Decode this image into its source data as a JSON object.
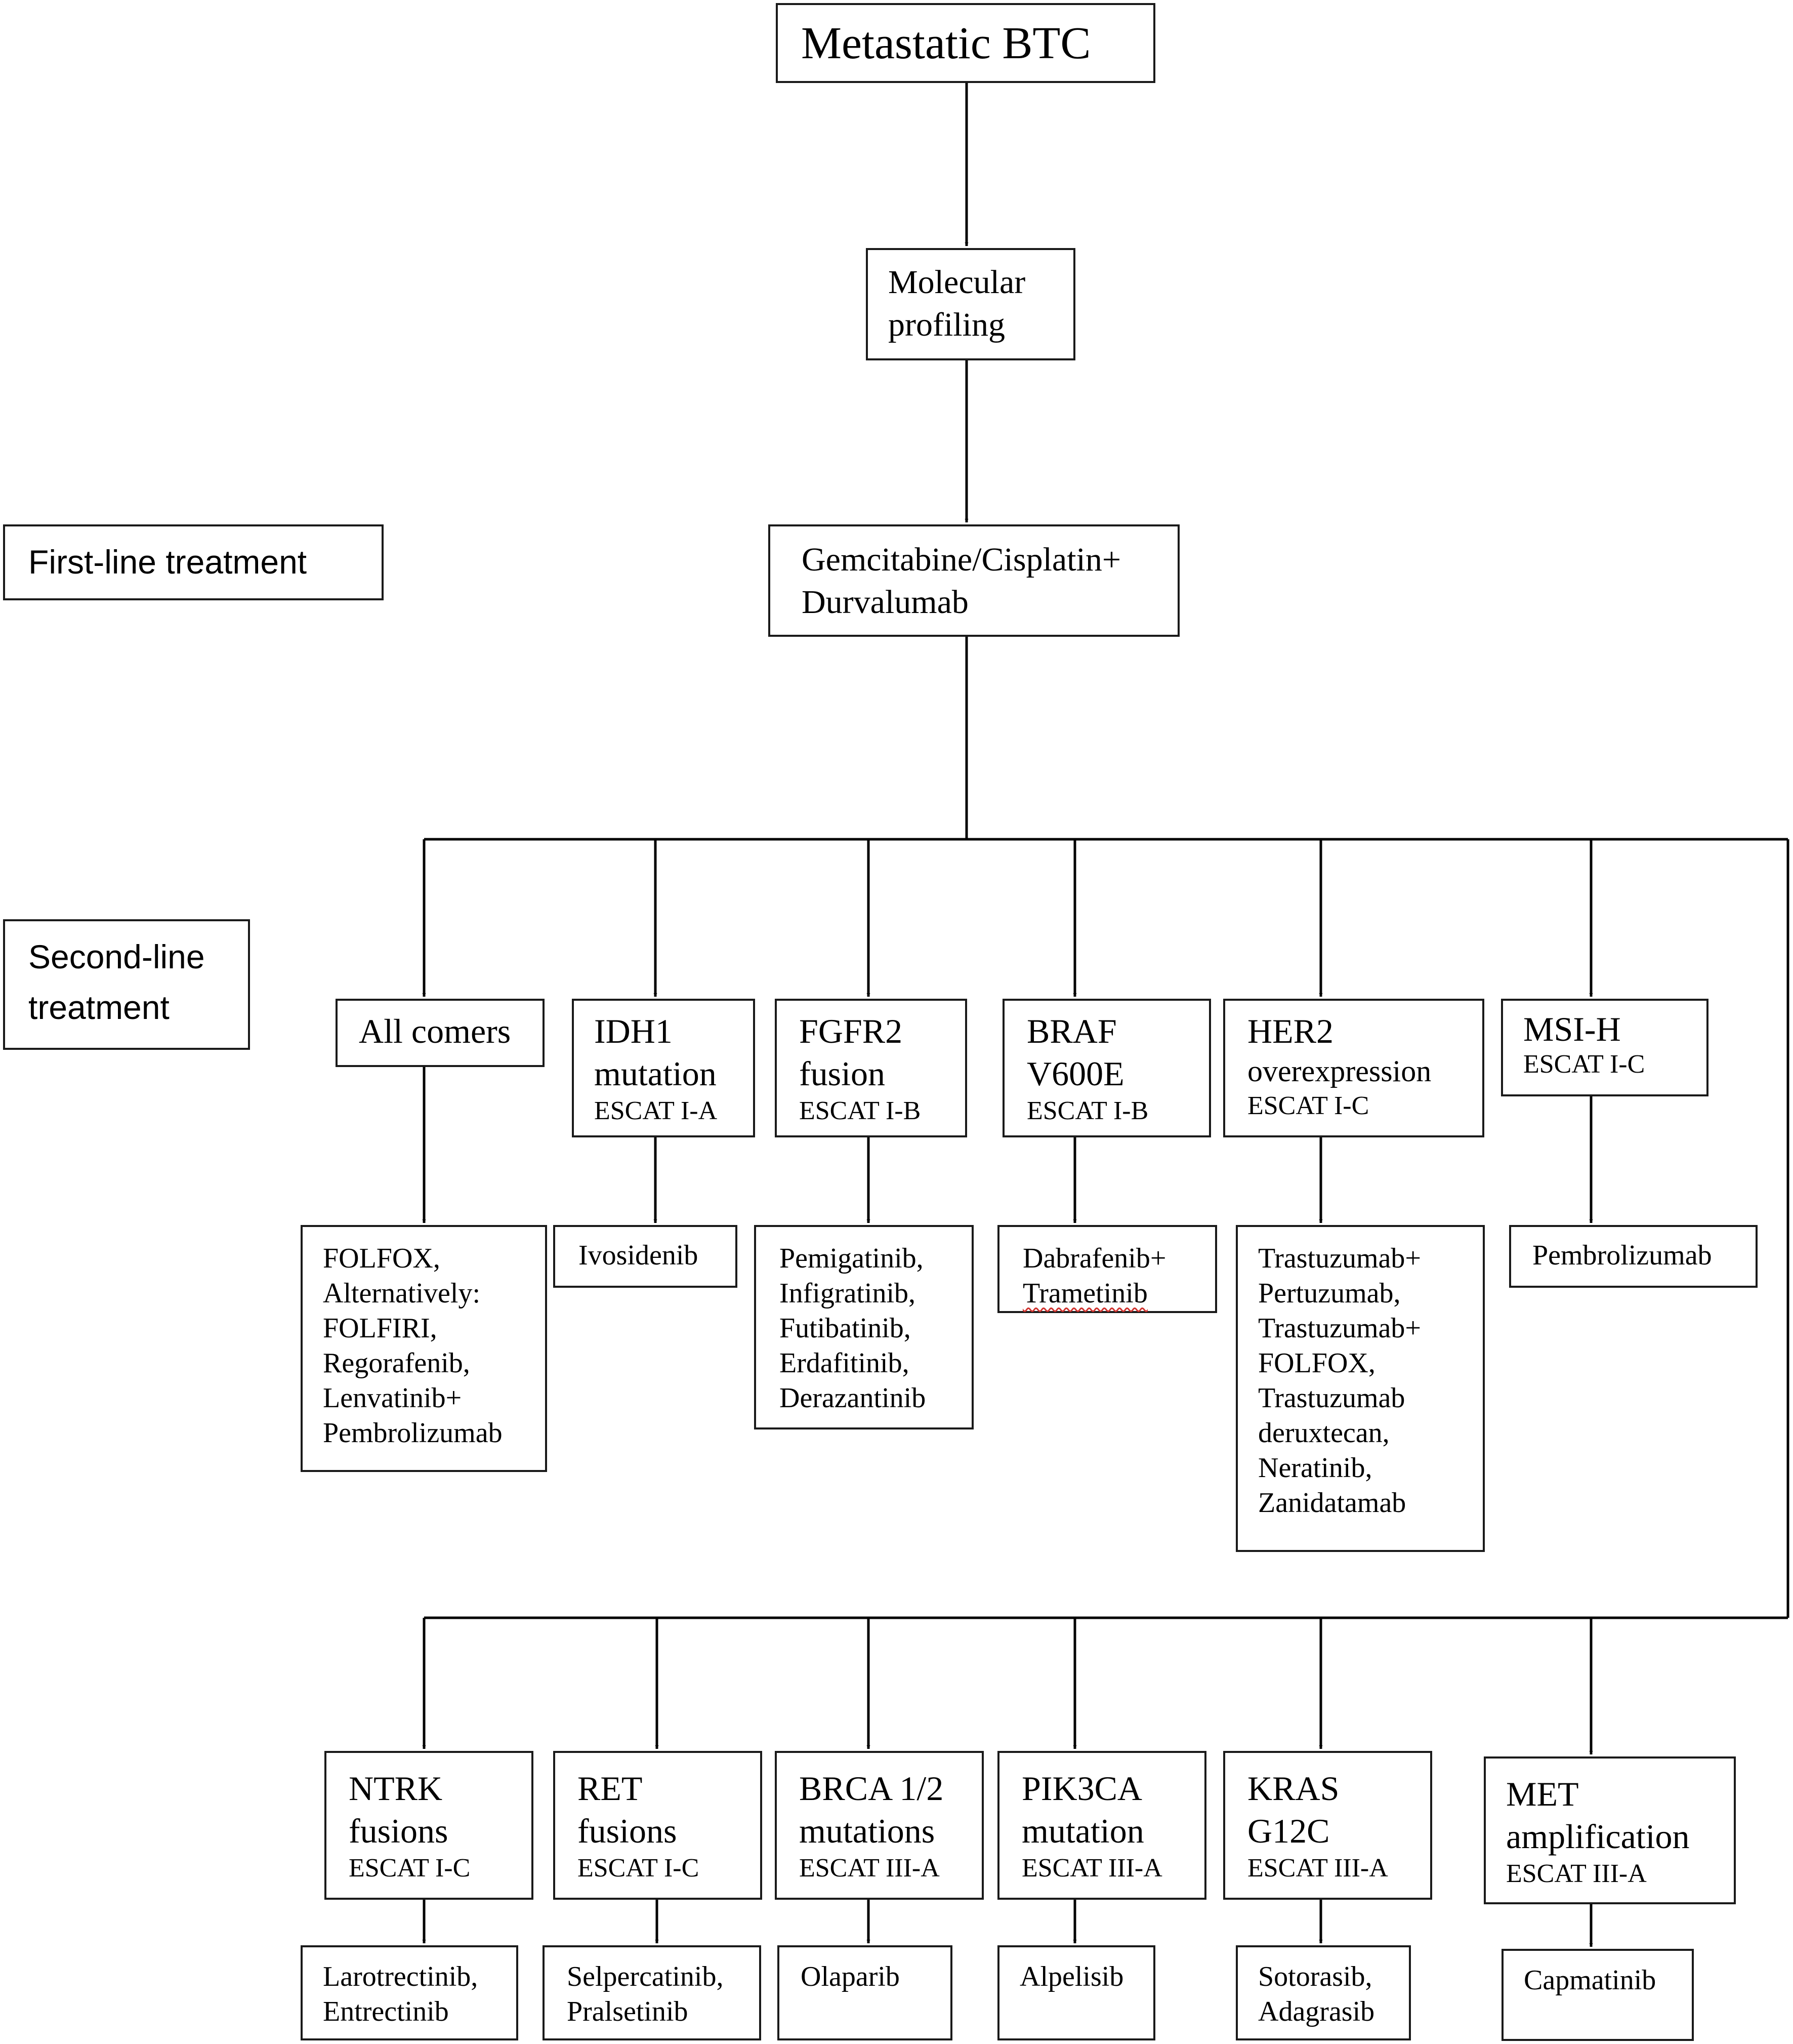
{
  "root": {
    "title": "Metastatic BTC"
  },
  "profiling": {
    "title": "Molecular\nprofiling"
  },
  "first_line": {
    "treatment": "Gemcitabine/Cisplatin+\nDurvalumab",
    "label": "First-line treatment"
  },
  "second_line": {
    "label": "Second-line\ntreatment"
  },
  "row1": [
    {
      "key": "all",
      "name": "All comers",
      "escat": "",
      "treatment": "FOLFOX,\nAlternatively:\nFOLFIRI,\nRegorafenib,\nLenvatinib+\nPembrolizumab"
    },
    {
      "key": "idh1",
      "name": "IDH1\nmutation",
      "escat": "ESCAT I-A",
      "treatment": "Ivosidenib"
    },
    {
      "key": "fgfr2",
      "name": "FGFR2\nfusion",
      "escat": "ESCAT I-B",
      "treatment": "Pemigatinib,\nInfigratinib,\nFutibatinib,\nErdafitinib,\nDerazantinib"
    },
    {
      "key": "braf",
      "name": "BRAF\nV600E",
      "escat": "ESCAT I-B",
      "treatment_line1": "Dabrafenib+",
      "treatment_line2": "Trametinib"
    },
    {
      "key": "her2",
      "name": "HER2",
      "name_sub": "overexpression",
      "escat": "ESCAT I-C",
      "treatment": "Trastuzumab+\nPertuzumab,\nTrastuzumab+\nFOLFOX,\nTrastuzumab\nderuxtecan,\nNeratinib,\nZanidatamab"
    },
    {
      "key": "msih",
      "name": "MSI-H",
      "escat": "ESCAT I-C",
      "treatment": "Pembrolizumab"
    }
  ],
  "row2": [
    {
      "key": "ntrk",
      "name": "NTRK\nfusions",
      "escat": "ESCAT I-C",
      "treatment": "Larotrectinib,\nEntrectinib"
    },
    {
      "key": "ret",
      "name": "RET\nfusions",
      "escat": "ESCAT I-C",
      "treatment": "Selpercatinib,\nPralsetinib"
    },
    {
      "key": "brca",
      "name": "BRCA 1/2\nmutations",
      "escat": "ESCAT III-A",
      "treatment": "Olaparib"
    },
    {
      "key": "pik3ca",
      "name": "PIK3CA\nmutation",
      "escat": "ESCAT III-A",
      "treatment": "Alpelisib"
    },
    {
      "key": "kras",
      "name": "KRAS\nG12C",
      "escat": "ESCAT III-A",
      "treatment": "Sotorasib,\nAdagrasib"
    },
    {
      "key": "met",
      "name": "MET\namplification",
      "escat": "ESCAT III-A",
      "treatment": "Capmatinib"
    }
  ]
}
